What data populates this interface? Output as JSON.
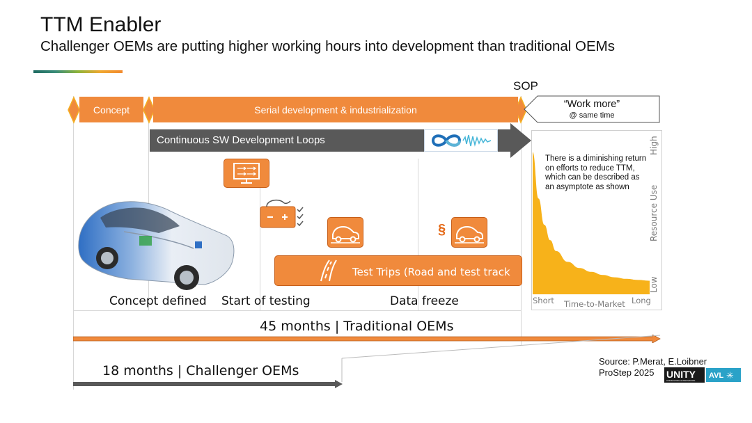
{
  "header": {
    "title": "TTM Enabler",
    "subtitle": "Challenger OEMs are putting higher working hours into development than traditional OEMs"
  },
  "timeline": {
    "sop_label": "SOP",
    "phase_concept": "Concept",
    "phase_serial": "Serial development & industrialization",
    "work_more_title": "“Work more”",
    "work_more_sub": "@ same time",
    "sw_loop_label": "Continuous SW Development Loops",
    "test_trips_label": "Test Trips (Road and test track",
    "paragraph_symbol": "§",
    "milestones": [
      "Concept defined",
      "Start of testing",
      "Data freeze"
    ],
    "traditional_label": "45 months | Traditional OEMs",
    "challenger_label": "18 months | Challenger OEMs"
  },
  "chart_data": {
    "type": "area",
    "title": "",
    "note": "There is a diminishing return on efforts to reduce TTM, which can be described as an asymptote as shown",
    "xlabel": "Time-to-Market",
    "ylabel": "Resource Use",
    "x_tick_labels": [
      "Short",
      "Long"
    ],
    "y_tick_labels": [
      "Low",
      "High"
    ],
    "x": [
      0,
      0.05,
      0.1,
      0.15,
      0.2,
      0.3,
      0.4,
      0.5,
      0.6,
      0.7,
      0.8,
      0.9,
      1.0
    ],
    "y": [
      0.92,
      0.62,
      0.45,
      0.35,
      0.28,
      0.21,
      0.17,
      0.145,
      0.125,
      0.11,
      0.1,
      0.093,
      0.088
    ],
    "xlim": [
      0,
      1
    ],
    "ylim": [
      0,
      1
    ],
    "fill_color": "#f7b21a"
  },
  "source": {
    "line1": "Source: P.Merat, E.Loibner",
    "line2": "ProStep 2025"
  },
  "logo": {
    "unity": "UNITY",
    "unity_sub": "CONSULTING & INNOVATION",
    "avl": "AVL"
  },
  "colors": {
    "orange": "#f08a3c",
    "dark_arrow": "#595959",
    "chart_fill": "#f7b21a"
  },
  "icons": {
    "screen": "screen-arrows-icon",
    "battery": "battery-charging-icon",
    "car": "car-icon",
    "road": "road-icon",
    "infinity": "infinity-icon"
  }
}
